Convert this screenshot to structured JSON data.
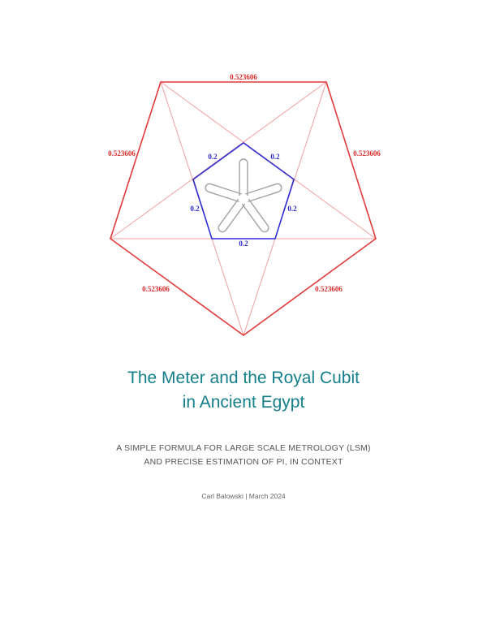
{
  "figure": {
    "outer_edge_label": "0.523606",
    "inner_edge_label": "0.2",
    "colors": {
      "outer": "#e03a3a",
      "star_lines": "#f0a0a0",
      "inner": "#2f2fd6",
      "star_shape": "#a0a0a0"
    }
  },
  "title": {
    "line1": "The Meter and the Royal Cubit",
    "line2": "in Ancient Egypt"
  },
  "subtitle": {
    "line1": "A SIMPLE FORMULA FOR LARGE SCALE METROLOGY (LSM)",
    "line2": "AND PRECISE ESTIMATION OF PI, IN CONTEXT"
  },
  "byline": "Carl Balowski | March 2024"
}
